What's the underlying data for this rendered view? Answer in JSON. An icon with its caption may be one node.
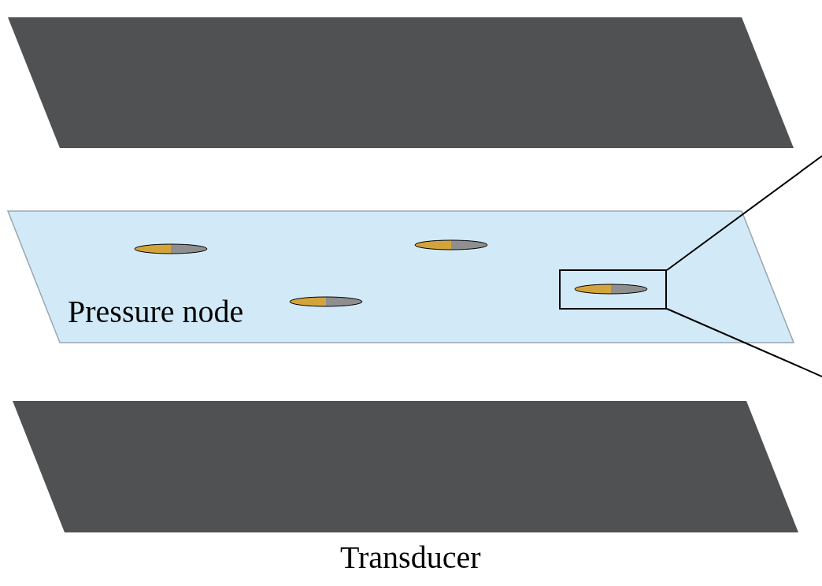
{
  "diagram": {
    "nodes": [
      {
        "text": [],
        "shape": "parallelogram"
      },
      {
        "text": [
          "Pressure node"
        ]
      },
      {
        "text": [],
        "shape": "box",
        "in": 1
      },
      {
        "text": [
          "Transducer"
        ]
      }
    ],
    "edges": [
      {
        "from": 2,
        "to": null,
        "arrow": "none"
      },
      {
        "from": 2,
        "to": null,
        "arrow": "none"
      }
    ]
  }
}
